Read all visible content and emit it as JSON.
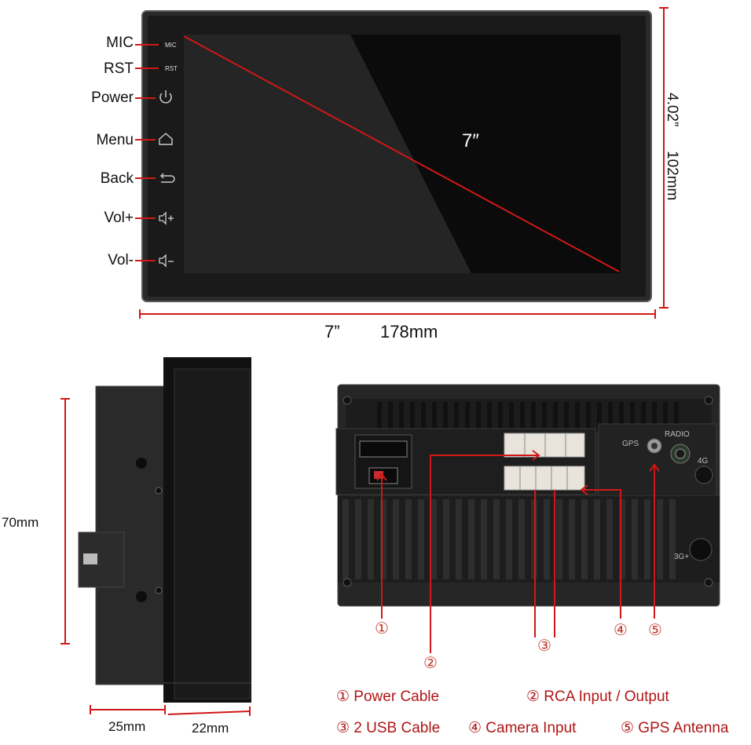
{
  "front": {
    "buttons": [
      {
        "label": "MIC",
        "small": "MIC",
        "icon": "mic-hole-icon"
      },
      {
        "label": "RST",
        "small": "RST",
        "icon": "reset-hole-icon"
      },
      {
        "label": "Power",
        "icon": "power-icon"
      },
      {
        "label": "Menu",
        "icon": "home-icon"
      },
      {
        "label": "Back",
        "icon": "back-icon"
      },
      {
        "label": "Vol+",
        "icon": "volume-up-icon"
      },
      {
        "label": "Vol-",
        "icon": "volume-down-icon"
      }
    ],
    "diagonal_label": "7″",
    "height_inch": "4.02”",
    "height_mm": "102mm",
    "width_inch": "7”",
    "width_mm": "178mm"
  },
  "side": {
    "height_mm": "70mm",
    "depth_body": "25mm",
    "depth_front": "22mm"
  },
  "back": {
    "gps_text": "GPS",
    "radio_text": "RADIO",
    "fourg_text": "4G",
    "threeg_text": "3G+",
    "callouts": [
      "①",
      "②",
      "③",
      "④",
      "⑤"
    ]
  },
  "legend": {
    "item1": "① Power Cable",
    "item2": "② RCA Input / Output",
    "item3": "③ 2 USB Cable",
    "item4": "④ Camera Input",
    "item5": "⑤ GPS Antenna"
  },
  "colors": {
    "accent": "#d01818",
    "device": "#1c1c1c",
    "screen": "#0b0b0b"
  }
}
